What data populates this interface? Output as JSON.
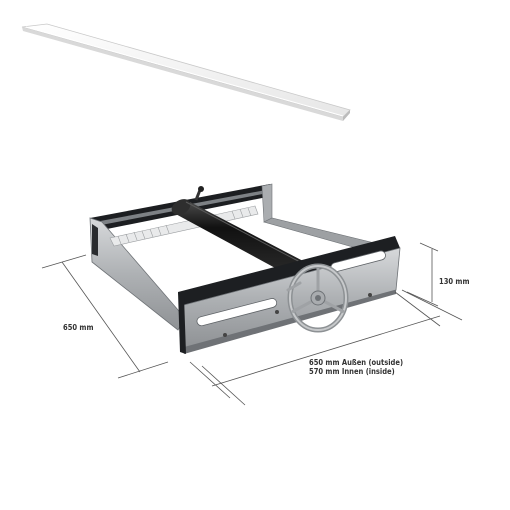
{
  "dimensions": {
    "depth": "650 mm",
    "height": "130 mm",
    "width_outside": "650 mm Außen (outside)",
    "width_inside": "570 mm Innen (inside)"
  },
  "colors": {
    "frame_steel": "#b9bcbf",
    "frame_dark": "#202225",
    "roller": "#1a1a1a",
    "slat": "#f2f2f2",
    "dimension_line": "#555555"
  }
}
